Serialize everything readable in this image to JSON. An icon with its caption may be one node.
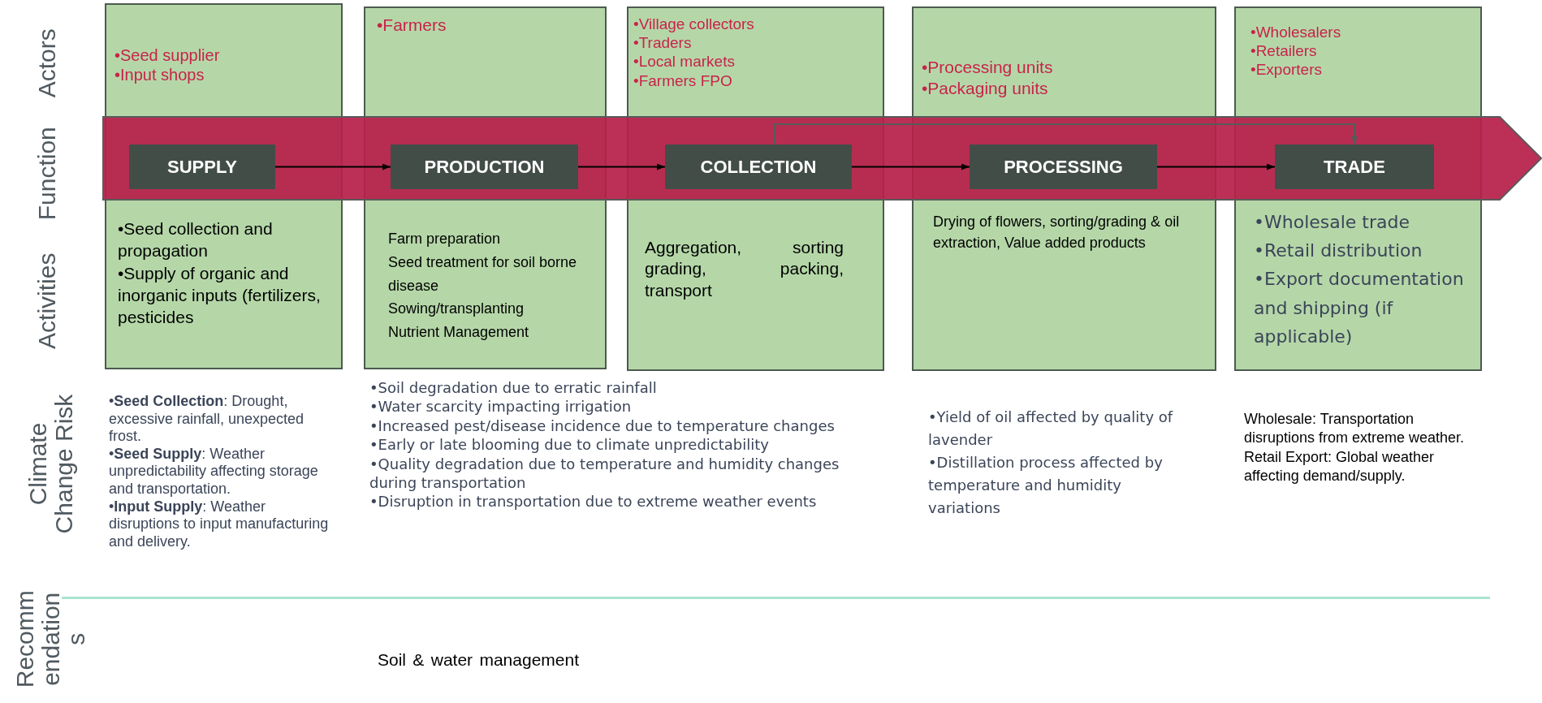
{
  "diagram": {
    "nodes": [
      {
        "text": [
          "•Seed supplier",
          "•Input shops",
          "•Seed collection and propagation",
          "•Supply of organic and inorganic inputs (fertilizers, pesticides"
        ]
      },
      {
        "text": [
          "•Farmers",
          "Farm preparation",
          "Seed treatment for soil borne disease",
          "Sowing/transplanting",
          "Nutrient Management"
        ]
      },
      {
        "text": [
          "•Village collectors",
          "•Traders",
          "•Local markets",
          "•Farmers FPO",
          "Aggregation, sorting grading, packing, transport"
        ]
      },
      {
        "text": [
          "•Processing units",
          "•Packaging units",
          "Drying of flowers, sorting/grading & oil extraction, Value added products"
        ]
      },
      {
        "text": [
          "•Wholesalers",
          "•Retailers",
          "•Exporters",
          "•Wholesale trade",
          "•Retail distribution",
          "•Export documentation and shipping (if applicable)"
        ]
      },
      {
        "text": [
          "SUPPLY"
        ],
        "in": 0
      },
      {
        "text": [
          "PRODUCTION"
        ],
        "in": 1
      },
      {
        "text": [
          "COLLECTION"
        ],
        "in": 2
      },
      {
        "text": [
          "PROCESSING"
        ],
        "in": 3
      },
      {
        "text": [
          "TRADE"
        ],
        "in": 4
      }
    ],
    "edges": [
      {
        "from": 5,
        "to": 6,
        "arrow": "to"
      },
      {
        "from": 6,
        "to": 7,
        "arrow": "to"
      },
      {
        "from": 7,
        "to": 8,
        "arrow": "to"
      },
      {
        "from": 8,
        "to": 9,
        "arrow": "to"
      },
      {
        "from": 7,
        "to": 9,
        "arrow": "to",
        "color": "#595959"
      }
    ],
    "labels": [
      "Actors",
      "Function",
      "Activities",
      "Climate Change Risk",
      "•**Seed Collection**: Drought, excessive rainfall, unexpected frost.",
      "•**Seed Supply**: Weather unpredictability affecting storage and transportation.",
      "•**Input Supply**: Weather disruptions to input manufacturing and delivery.",
      "•Soil degradation due to erratic rainfall",
      "•Water scarcity impacting irrigation",
      "•Increased pest/disease incidence due to temperature changes",
      "•Early or late blooming due to climate unpredictability",
      "•Quality degradation due to temperature and humidity changes during transportation",
      "•Disruption in transportation due to extreme weather events",
      "•Yield of oil affected by quality of lavender",
      "•Distillation process affected by temperature and humidity variations",
      "Wholesale: Transportation disruptions from extreme weather.",
      "Retail Export: Global weather affecting demand/supply.",
      "Recommendations",
      "Soil & water management"
    ]
  }
}
